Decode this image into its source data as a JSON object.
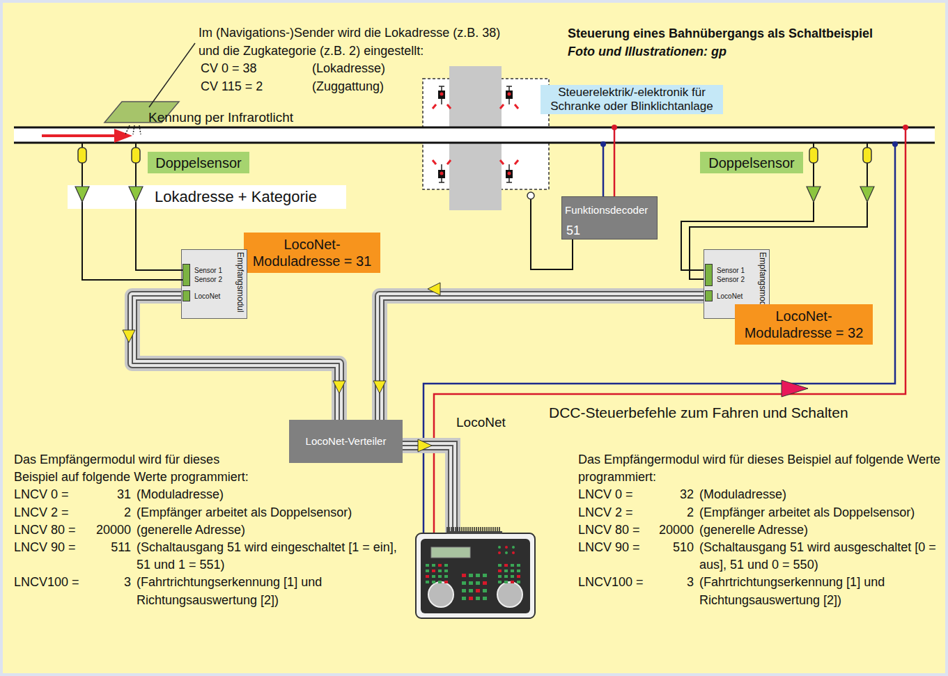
{
  "diagram": {
    "title": "Steuerung eines Bahnübergangs als Schaltbeispiel",
    "caption": "Foto und Illustrationen: gp",
    "nodes": [
      {
        "text": [
          "Steuerelektrik/-elektronik für Schranke oder Blinklichtanlage"
        ]
      },
      {
        "text": [
          "Doppelsensor"
        ]
      },
      {
        "text": [
          "Lokadresse + Kategorie"
        ]
      },
      {
        "text": [
          "Doppelsensor"
        ]
      },
      {
        "text": [
          "LocoNet-Moduladresse = 31"
        ]
      },
      {
        "text": [
          "Empfangsmodul",
          "Sensor 1",
          "Sensor 2",
          "LocoNet"
        ]
      },
      {
        "text": [
          "Funktionsdecoder",
          "51"
        ]
      },
      {
        "text": [
          "Empfangsmodul",
          "Sensor 1",
          "Sensor 2",
          "LocoNet"
        ]
      },
      {
        "text": [
          "LocoNet-Moduladresse = 32"
        ]
      },
      {
        "text": [
          "LocoNet-Verteiler"
        ]
      }
    ],
    "edges": [
      {
        "from": 5,
        "to": 9,
        "arrow": "to"
      },
      {
        "from": 7,
        "to": 9,
        "arrow": "to"
      }
    ],
    "labels": [
      "Im (Navigations-)Sender wird die Lokadresse (z.B. 38) und die Zugkategorie (z.B. 2) eingestellt:",
      "CV 0 = 38",
      "(Lokadresse)",
      "CV 115 = 2",
      "(Zuggattung)",
      "Kennung per Infrarotlicht",
      "DCC-Steuerbefehle zum Fahren und Schalten",
      "LocoNet",
      "Das Empfängermodul wird für dieses Beispiel auf folgende Werte programmiert:",
      "LNCV 0 =",
      "31",
      "(Moduladresse)",
      "LNCV 2 =",
      "2",
      "(Empfänger arbeitet als Doppelsensor)",
      "LNCV 80 =",
      "20000",
      "(generelle Adresse)",
      "LNCV 90 =",
      "511",
      "(Schaltausgang 51 wird eingeschaltet [1 = ein], 51 und 1 = 551)",
      "LNCV100 =",
      "3",
      "(Fahrtrichtungserkennung [1] und Richtungsauswertung [2])",
      "Das Empfängermodul wird für dieses Beispiel auf folgende Werte programmiert:",
      "LNCV 0 =",
      "32",
      "(Moduladresse)",
      "LNCV 2 =",
      "2",
      "(Empfänger arbeitet als Doppelsensor)",
      "LNCV 80 =",
      "20000",
      "(generelle Adresse)",
      "LNCV 90 =",
      "510",
      "(Schaltausgang 51 wird ausgeschaltet [0 = aus], 51 und 0 = 550)",
      "LNCV100 =",
      "3",
      "(Fahrtrichtungserkennung [1] und Richtungsauswertung [2])"
    ]
  }
}
